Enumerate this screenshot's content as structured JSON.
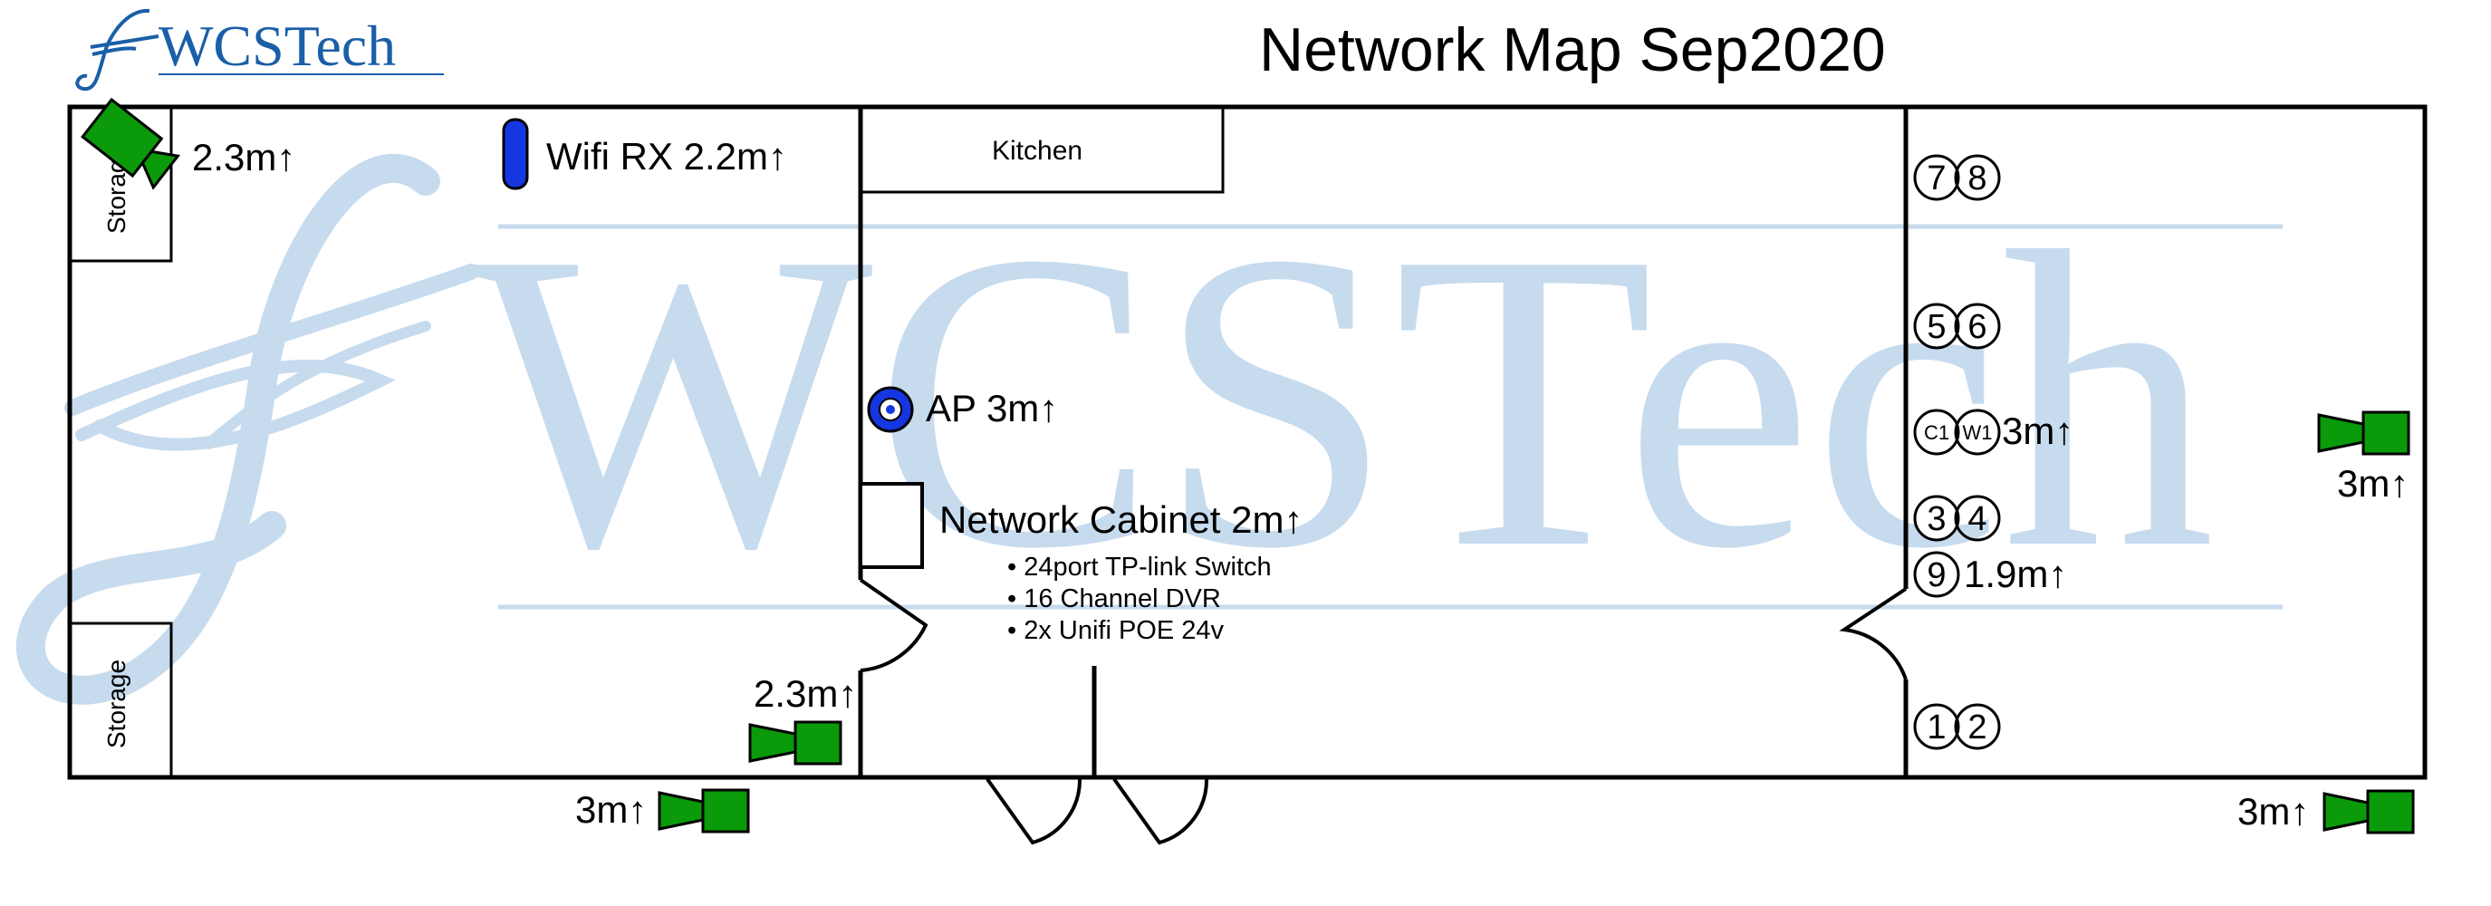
{
  "title": "Network Map Sep2020",
  "logo": {
    "text": "WCSTech",
    "color": "#1a5fa8"
  },
  "watermark": {
    "text": "WCSTech",
    "color": "#c7dbee"
  },
  "colors": {
    "camera": "#0a9a0a",
    "ap": "#1536e0",
    "wifi_rx": "#1536e0",
    "wall": "#000000"
  },
  "rooms": {
    "kitchen": "Kitchen",
    "storage_top": "Storage",
    "storage_bottom": "Storage"
  },
  "devices": {
    "cam_top_left": "2.3m↑",
    "wifi_rx": "Wifi RX 2.2m↑",
    "cam_left_bottom": "2.3m↑",
    "cam_outside_left": "3m↑",
    "ap": "AP 3m↑",
    "cam_right": "3m↑",
    "cam_outside_right": "3m↑"
  },
  "network_cabinet": {
    "label": "Network Cabinet 2m↑",
    "items": [
      "• 24port TP-link Switch",
      "• 16 Channel DVR",
      "• 2x Unifi POE 24v"
    ]
  },
  "ports": {
    "p7": "7",
    "p8": "8",
    "p5": "5",
    "p6": "6",
    "pc1": "C1",
    "pw1": "W1",
    "cw_height": "3m↑",
    "p3": "3",
    "p4": "4",
    "p9": "9",
    "p9_height": "1.9m↑",
    "p1": "1",
    "p2": "2"
  }
}
